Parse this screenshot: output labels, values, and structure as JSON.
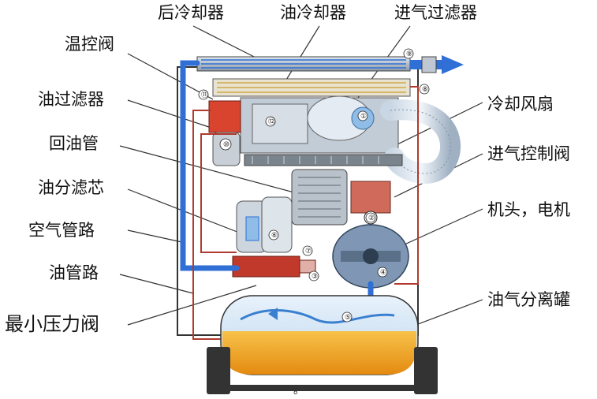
{
  "labels": {
    "after_cooler": "后冷却器",
    "oil_cooler": "油冷却器",
    "intake_filter": "进气过滤器",
    "thermostatic_valve": "温控阀",
    "oil_filter": "油过滤器",
    "return_pipe": "回油管",
    "separator_element": "油分滤芯",
    "air_line": "空气管路",
    "oil_line": "油管路",
    "min_pressure_valve": "最小压力阀",
    "cooling_fan": "冷却风扇",
    "intake_control_valve": "进气控制阀",
    "airend_motor": "机头，电机",
    "separator_tank": "油气分离罐"
  },
  "part_numbers": [
    "①",
    "②",
    "③",
    "④",
    "⑤",
    "⑥",
    "⑦",
    "⑧",
    "⑨",
    "⑩",
    "⑪",
    "⑫"
  ],
  "footer_mark": "。",
  "colors": {
    "air_pipe": "#2f6fd6",
    "oil_pipe": "#c0392b",
    "oil_fill": "#f0a020",
    "frame": "#333333",
    "machine_gray": "#a9b3bd"
  }
}
